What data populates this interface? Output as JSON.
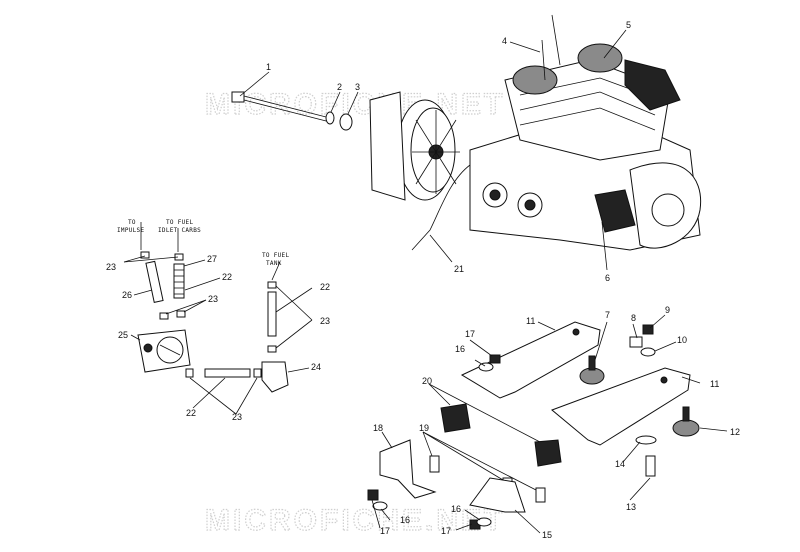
{
  "watermark": "MICROFICHE.NET",
  "callouts": {
    "c1": "1",
    "c2": "2",
    "c3": "3",
    "c4": "4",
    "c5": "5",
    "c6": "6",
    "c7": "7",
    "c8": "8",
    "c9": "9",
    "c10": "10",
    "c11a": "11",
    "c11b": "11",
    "c12": "12",
    "c13": "13",
    "c14": "14",
    "c15": "15",
    "c16a": "16",
    "c16b": "16",
    "c16c": "16",
    "c17a": "17",
    "c17b": "17",
    "c17c": "17",
    "c18": "18",
    "c19": "19",
    "c20": "20",
    "c21": "21",
    "c22a": "22",
    "c22b": "22",
    "c22c": "22",
    "c23a": "23",
    "c23b": "23",
    "c23c": "23",
    "c23d": "23",
    "c24": "24",
    "c25": "25",
    "c26": "26",
    "c27": "27"
  },
  "captions": {
    "impulse_1": "TO",
    "impulse_2": "IMPULSE",
    "carbs_1": "TO FUEL",
    "carbs_2": "IDLET CARBS",
    "tank_1": "TO FUEL",
    "tank_2": "TANK"
  }
}
